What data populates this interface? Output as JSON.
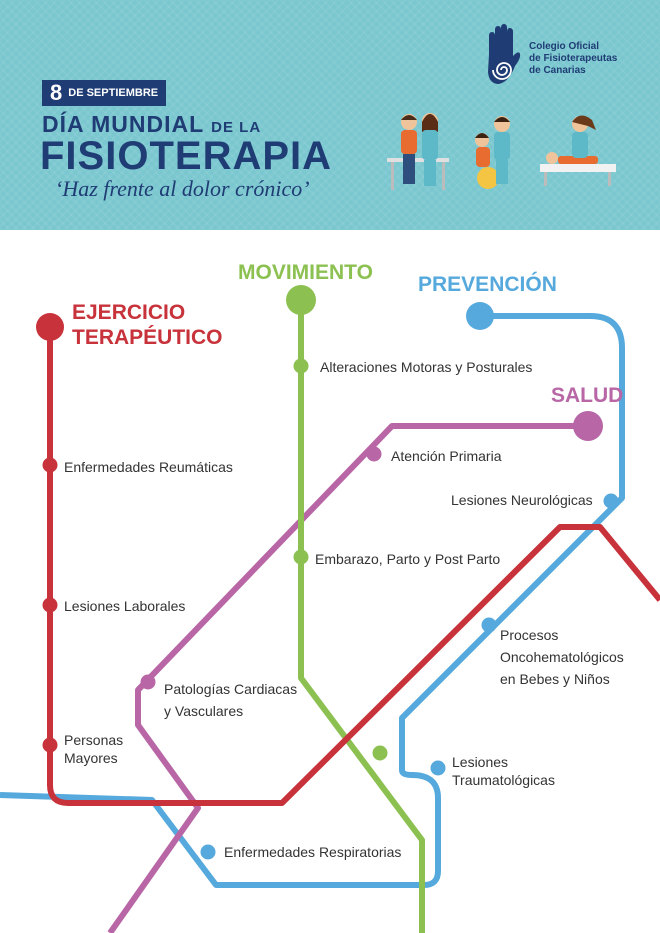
{
  "header": {
    "date_number": "8",
    "date_text": "DE SEPTIEMBRE",
    "title_line1_main": "DÍA MUNDIAL",
    "title_line1_small": "DE LA",
    "title_line2": "FISIOTERAPIA",
    "slogan": "‘Haz frente al dolor crónico’",
    "org_line1": "Colegio Oficial",
    "org_line2": "de Fisioterapeutas",
    "org_line3": "de Canarias",
    "logo_icon": "hand-spiral-icon"
  },
  "colors": {
    "header_bg": "#7ac7cf",
    "navy": "#1f3c74",
    "red": "#c8323a",
    "green": "#8cc152",
    "blue": "#56a9dc",
    "purple": "#b866a5"
  },
  "lines": {
    "ejercicio_line1": "EJERCICIO",
    "ejercicio_line2": "TERAPÉUTICO",
    "movimiento": "MOVIMIENTO",
    "prevencion": "PREVENCIÓN",
    "salud": "SALUD"
  },
  "stations": {
    "alteraciones": "Alteraciones Motoras y Posturales",
    "atencion": "Atención Primaria",
    "reumaticas": "Enfermedades Reumáticas",
    "neurologicas": "Lesiones Neurológicas",
    "embarazo": "Embarazo, Parto y Post Parto",
    "laborales": "Lesiones Laborales",
    "onco_1": "Procesos",
    "onco_2": "Oncohematológicos",
    "onco_3": "en Bebes y Niños",
    "cardiacas_1": "Patologías Cardiacas",
    "cardiacas_2": "y Vasculares",
    "personas_1": "Personas",
    "personas_2": "Mayores",
    "trauma_1": "Lesiones",
    "trauma_2": "Traumatológicas",
    "respiratorias": "Enfermedades Respiratorias"
  }
}
